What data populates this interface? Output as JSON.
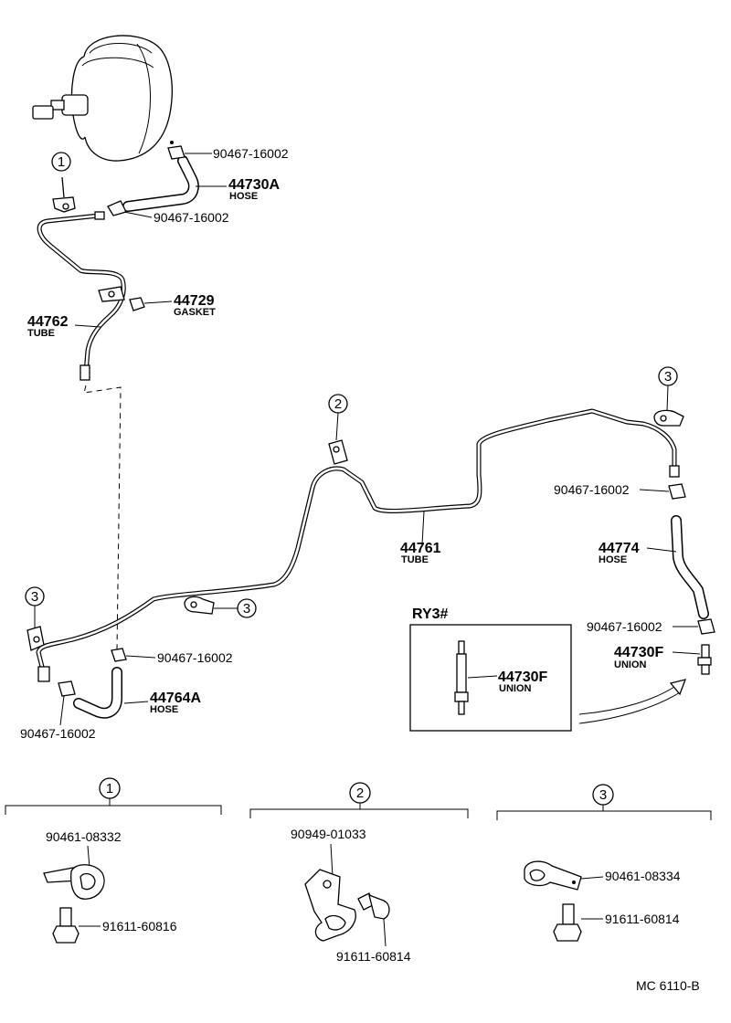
{
  "labels": {
    "p90467_top": "90467-16002",
    "p44730A": "44730A",
    "p44730A_sub": "HOSE",
    "p90467_mid": "90467-16002",
    "p44729": "44729",
    "p44729_sub": "GASKET",
    "p44762": "44762",
    "p44762_sub": "TUBE",
    "p44761": "44761",
    "p44761_sub": "TUBE",
    "p90467_right": "90467-16002",
    "p44774": "44774",
    "p44774_sub": "HOSE",
    "p90467_rlow": "90467-16002",
    "p44730F_r": "44730F",
    "p44730F_r_sub": "UNION",
    "ry3": "RY3#",
    "p44730F_box": "44730F",
    "p44730F_box_sub": "UNION",
    "p90467_lmid": "90467-16002",
    "p44764A": "44764A",
    "p44764A_sub": "HOSE",
    "p90467_bl": "90467-16002"
  },
  "callouts": {
    "c1": "1",
    "c2": "2",
    "c3": "3"
  },
  "details": {
    "d1_num": "1",
    "d1_a": "90461-08332",
    "d1_b": "91611-60816",
    "d2_num": "2",
    "d2_a": "90949-01033",
    "d2_b": "91611-60814",
    "d3_num": "3",
    "d3_a": "90461-08334",
    "d3_b": "91611-60814"
  },
  "footer": "MC  6110-B"
}
